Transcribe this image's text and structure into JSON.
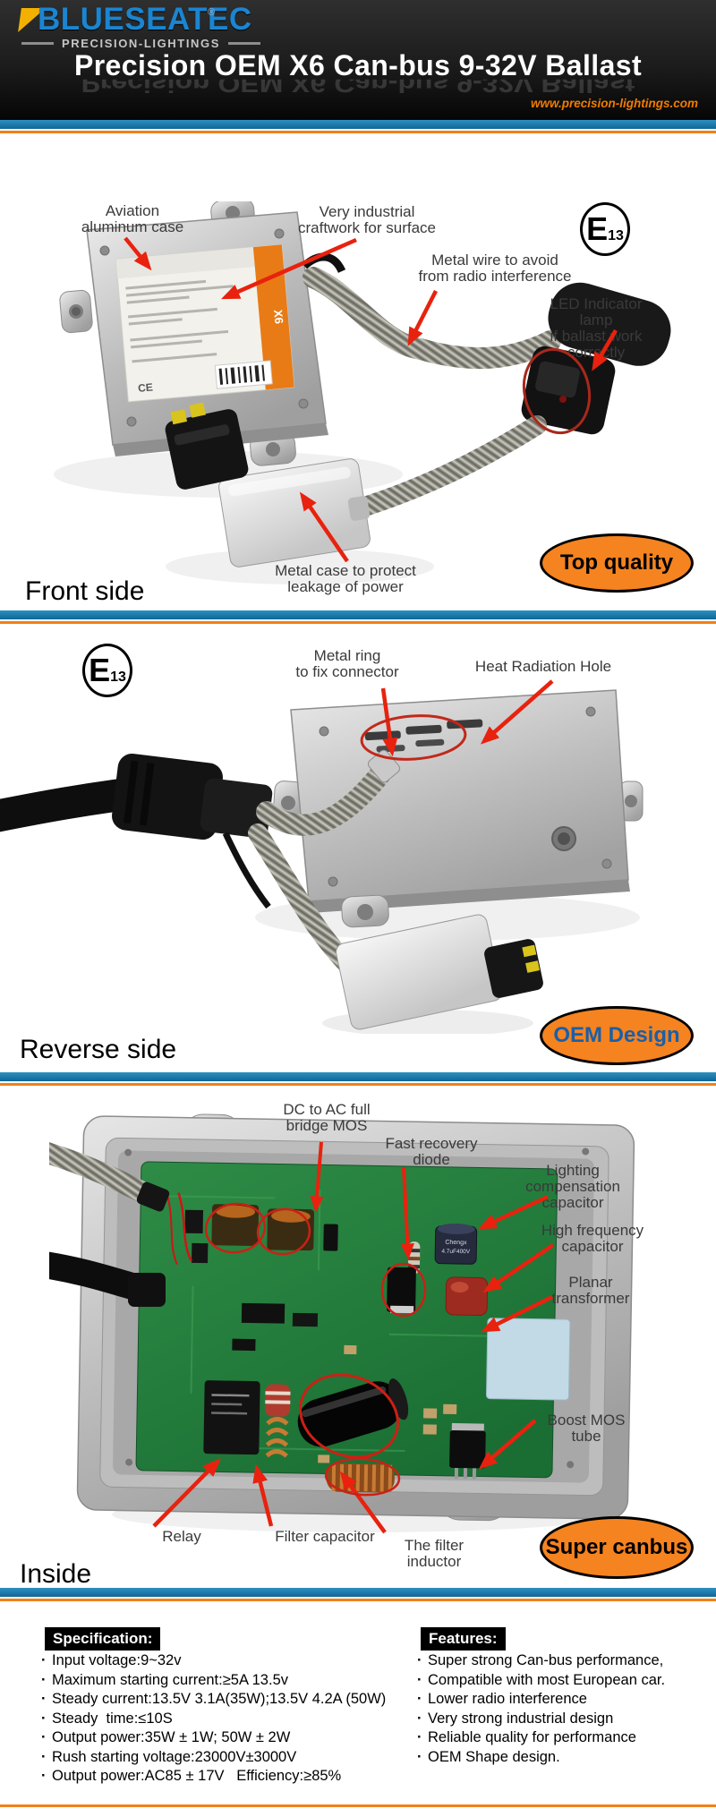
{
  "header": {
    "brand": "BLUESEATEC",
    "registered": "®",
    "tagline": "PRECISION-LIGHTINGS",
    "title": "Precision OEM X6 Can-bus 9-32V Ballast",
    "website": "www.precision-lightings.com"
  },
  "front": {
    "section_label": "Front side",
    "badge": "Top quality",
    "e_letter": "E",
    "e_number": "13",
    "sticker_text": "X6",
    "ce_mark": "CE",
    "ann": {
      "aviation": "Aviation\naluminum case",
      "craftwork": "Very industrial\ncraftwork for surface",
      "metal_wire": "Metal wire to avoid\nfrom radio interference",
      "led": "LED Indicator lamp\nif ballast work correctly",
      "metal_case": "Metal case to protect\nleakage of power"
    }
  },
  "reverse": {
    "section_label": "Reverse side",
    "badge": "OEM Design",
    "e_letter": "E",
    "e_number": "13",
    "ann": {
      "metal_ring": "Metal ring\nto fix connector",
      "heat_hole": "Heat Radiation Hole"
    }
  },
  "inside": {
    "section_label": "Inside",
    "badge": "Super canbus",
    "cap_brand": "Chengx",
    "cap_value": "4.7uF400V",
    "ann": {
      "bridge_mos": "DC to AC full\nbridge MOS",
      "diode": "Fast recovery\ndiode",
      "light_cap": "Lighting compensation\ncapacitor",
      "hf_cap": "High frequency\ncapacitor",
      "planar": "Planar\ntransformer",
      "boost_mos": "Boost MOS\ntube",
      "relay": "Relay",
      "filter_cap": "Filter capacitor",
      "filter_inductor": "The filter\ninductor"
    }
  },
  "specification": {
    "title": "Specification:",
    "items": [
      "Input voltage:9~32v",
      "Maximum starting current:≥5A 13.5v",
      "Steady current:13.5V 3.1A(35W);13.5V 4.2A (50W)",
      "Steady  time:≤10S",
      "Output power:35W ± 1W; 50W ± 2W",
      "Rush starting voltage:23000V±3000V",
      "Output power:AC85 ± 17V   Efficiency:≥85%"
    ]
  },
  "features": {
    "title": "Features:",
    "items": [
      "Super strong Can-bus performance,",
      "Compatible with most European car.",
      "Lower radio interference",
      "Very strong industrial design",
      "Reliable quality for performance",
      "OEM Shape design."
    ]
  },
  "colors": {
    "accent_orange": "#f5831f",
    "bar_blue": "#1577ad",
    "arrow_red": "#e8220e",
    "brand_blue": "#1b85d0",
    "oem_text_blue": "#1a5fa8"
  }
}
